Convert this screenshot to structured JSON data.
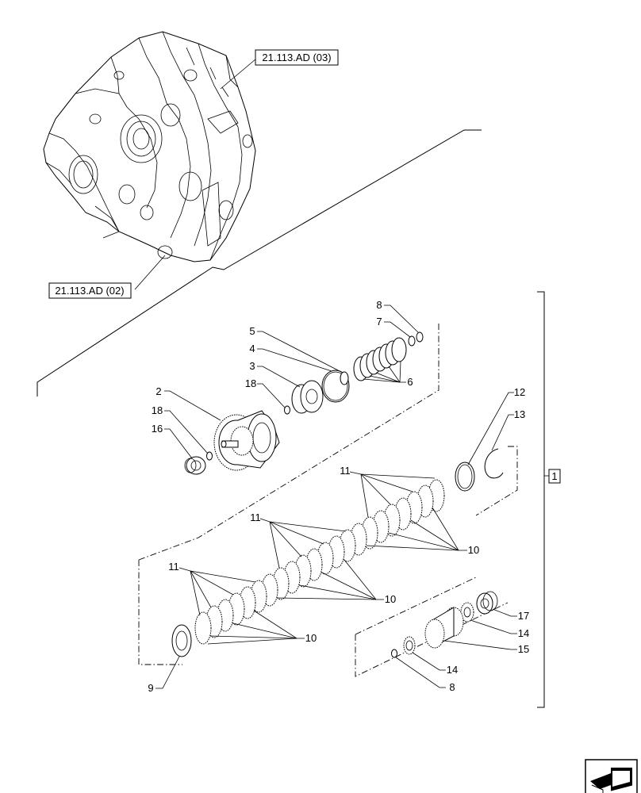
{
  "references": {
    "ref_top": "21.113.AD (03)",
    "ref_left": "21.113.AD (02)"
  },
  "group_label": "1",
  "callouts": {
    "c2": "2",
    "c3": "3",
    "c4": "4",
    "c5": "5",
    "c6": "6",
    "c7": "7",
    "c8a": "8",
    "c18a": "18",
    "c18b": "18",
    "c16": "16",
    "c12": "12",
    "c13": "13",
    "c11a": "11",
    "c11b": "11",
    "c11c": "11",
    "c10a": "10",
    "c10b": "10",
    "c10c": "10",
    "c9": "9",
    "c17": "17",
    "c14a": "14",
    "c14b": "14",
    "c15": "15",
    "c8b": "8"
  },
  "icons": {
    "nav": "next-page-arrow-icon"
  }
}
